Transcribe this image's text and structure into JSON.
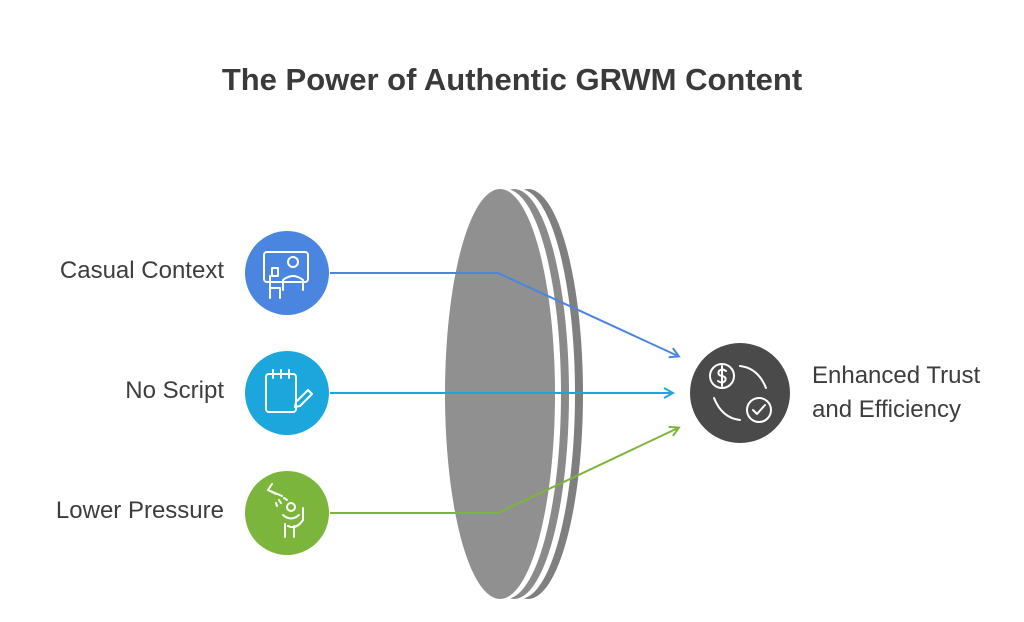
{
  "title": "The Power of Authentic GRWM Content",
  "inputs": [
    {
      "label": "Casual Context",
      "icon": "desk-person-icon",
      "color": "#4a86e0"
    },
    {
      "label": "No Script",
      "icon": "notepad-pencil-icon",
      "color": "#1ba6dc"
    },
    {
      "label": "Lower Pressure",
      "icon": "shower-person-icon",
      "color": "#7cb53b"
    }
  ],
  "outcome": {
    "label_line1": "Enhanced Trust",
    "label_line2": "and Efficiency",
    "icon": "dollar-cycle-check-icon",
    "color": "#4a4a4a"
  },
  "colors": {
    "lens": "#8f8f8f",
    "lens_edge": "#7a7a7a"
  }
}
